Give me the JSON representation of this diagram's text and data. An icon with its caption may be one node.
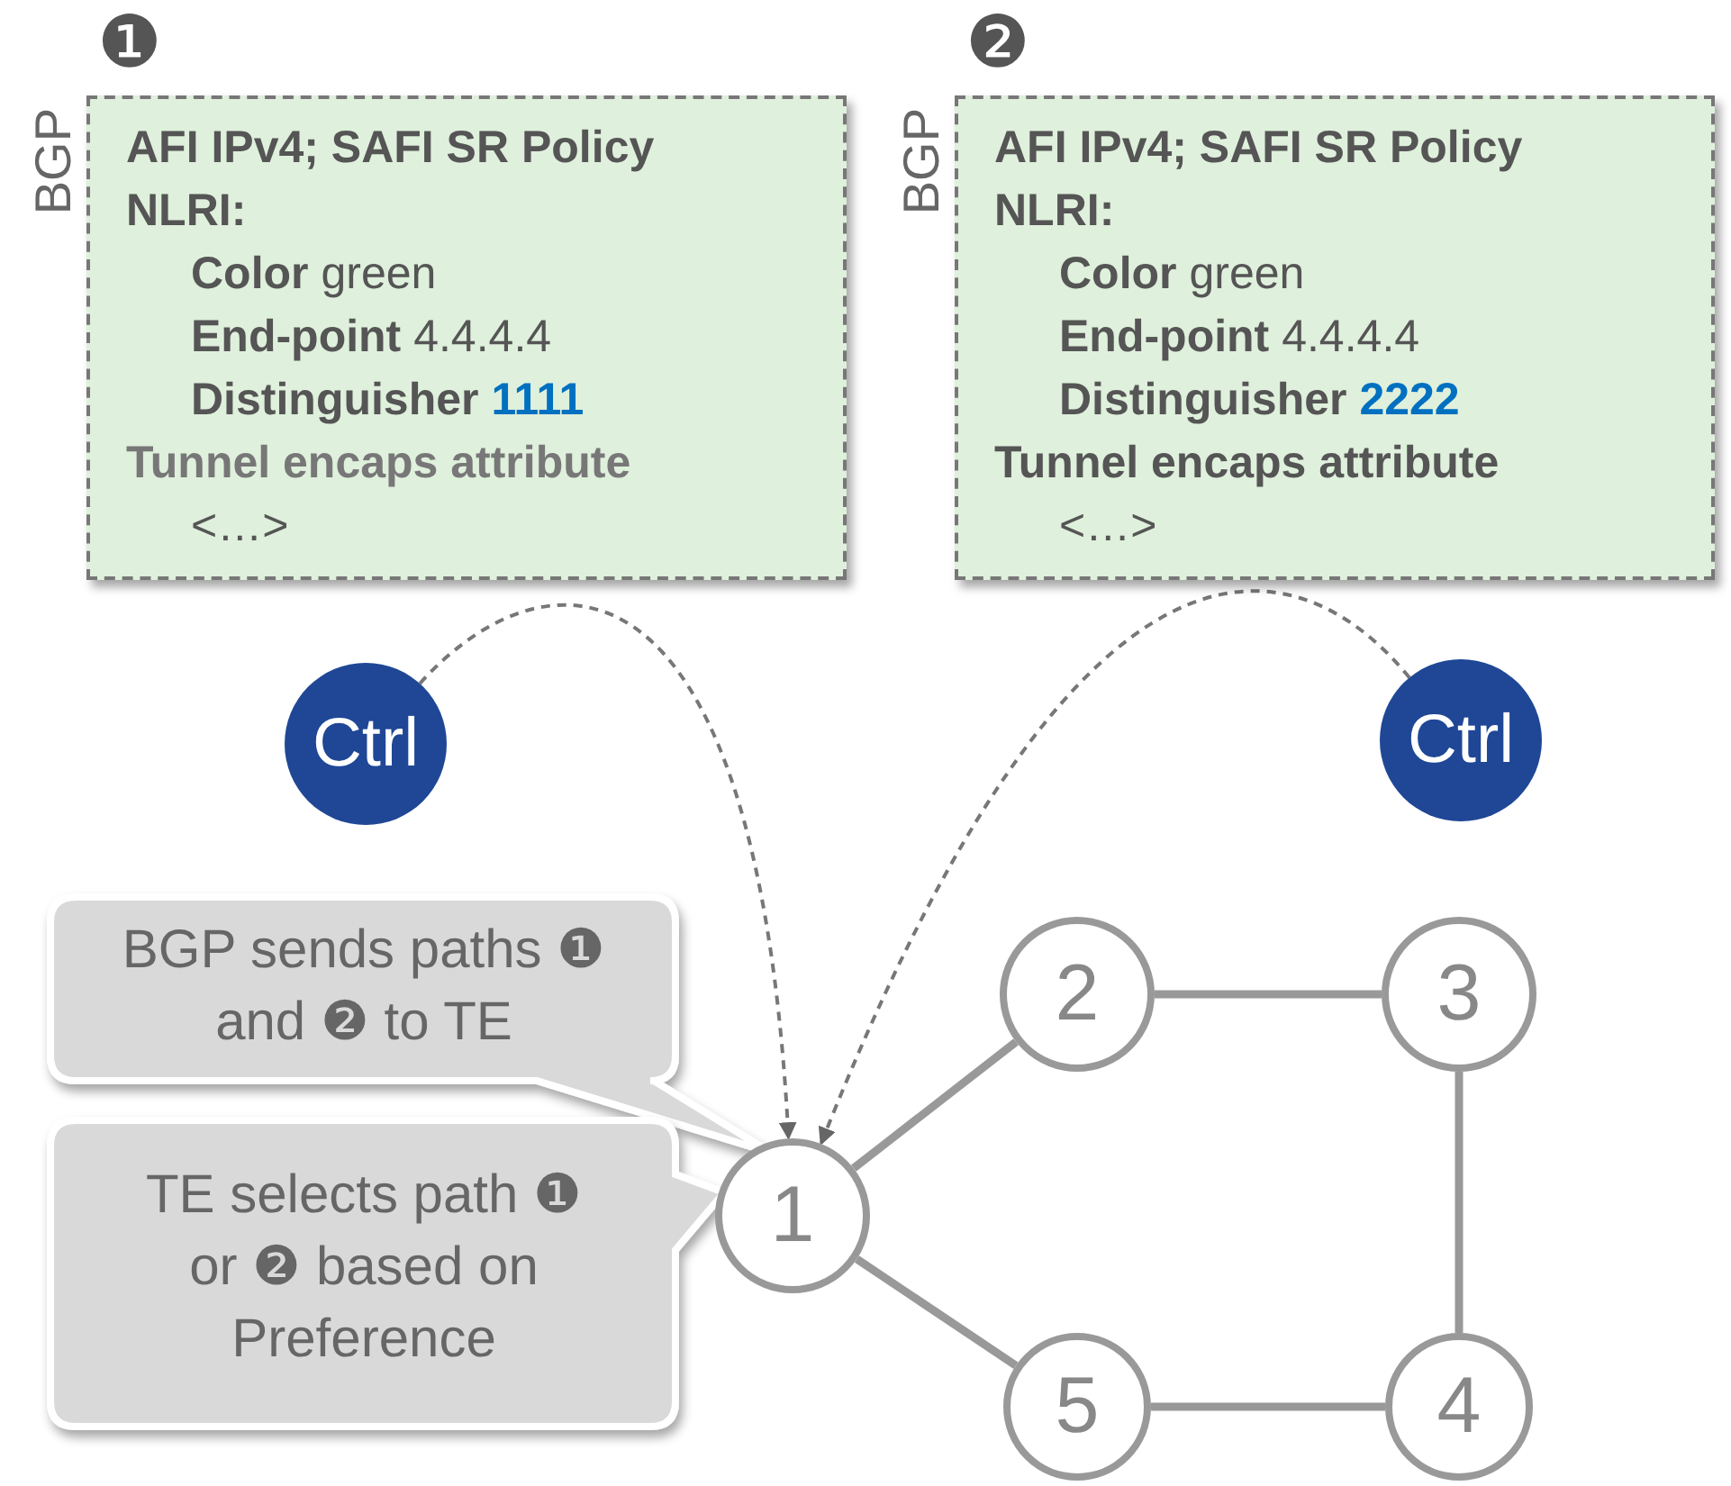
{
  "diagram": {
    "nodes": [
      {
        "text": [
          "AFI IPv4; SAFI SR Policy",
          "NLRI:",
          "**Color** green",
          "**End-point** 4.4.4.4",
          "Distinguisher 1111",
          "Tunnel encaps attribute",
          "<…>"
        ],
        "beside": [
          "❶",
          "BGP"
        ]
      },
      {
        "text": [
          "AFI IPv4; SAFI SR Policy",
          "NLRI:",
          "**Color** green",
          "**End-point** 4.4.4.4",
          "Distinguisher 2222",
          "Tunnel encaps attribute",
          "<…>"
        ],
        "beside": [
          "❷",
          "BGP"
        ]
      },
      {
        "text": [
          "Ctrl"
        ]
      },
      {
        "text": [
          "Ctrl"
        ]
      },
      {
        "text": [
          "BGP sends paths ❶ and ❷ to TE"
        ]
      },
      {
        "text": [
          "TE selects path ❶ or ❷ based on Preference"
        ]
      },
      {
        "text": [
          "1"
        ]
      },
      {
        "text": [
          "2"
        ]
      },
      {
        "text": [
          "3"
        ]
      },
      {
        "text": [
          "5"
        ]
      },
      {
        "text": [
          "4"
        ]
      }
    ],
    "edges": [
      {
        "from": 2,
        "to": 6,
        "arrow": "to",
        "style": "dashed",
        "color": "#777777"
      },
      {
        "from": 3,
        "to": 6,
        "arrow": "to",
        "style": "dashed",
        "color": "#777777"
      },
      {
        "from": 6,
        "to": 7,
        "arrow": "none"
      },
      {
        "from": 7,
        "to": 8,
        "arrow": "none"
      },
      {
        "from": 8,
        "to": 10,
        "arrow": "none"
      },
      {
        "from": 10,
        "to": 9,
        "arrow": "none"
      },
      {
        "from": 6,
        "to": 9,
        "arrow": "none"
      }
    ]
  }
}
